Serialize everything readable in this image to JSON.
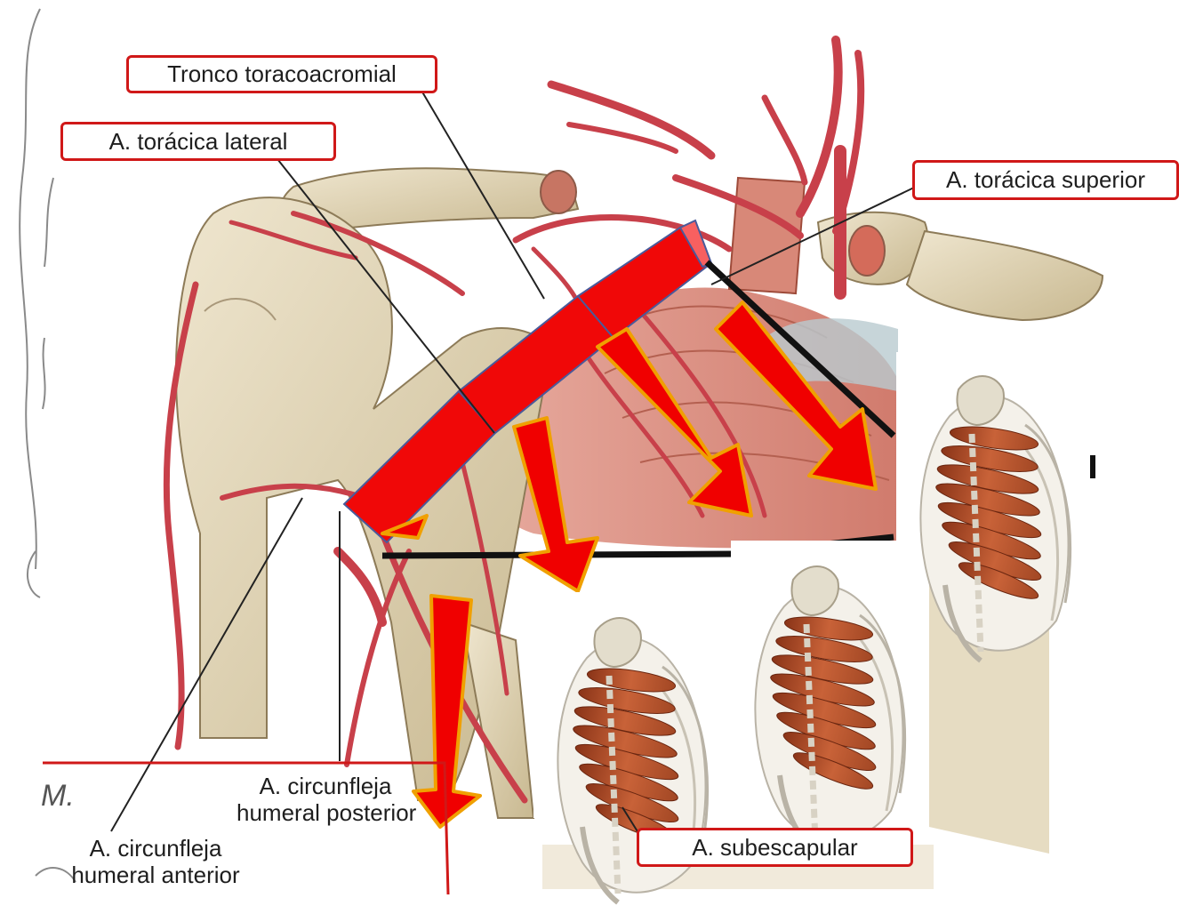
{
  "labels": {
    "tronco_toracoacromial": "Tronco toracoacromial",
    "toracica_lateral": "A. torácica lateral",
    "toracica_superior": "A. torácica superior",
    "subescapular": "A. subescapular",
    "circunfleja_posterior_1": "A. circunfleja",
    "circunfleja_posterior_2": "humeral posterior",
    "circunfleja_anterior_1": "A. circunfleja",
    "circunfleja_anterior_2": "humeral anterior",
    "margin_mark": "M."
  },
  "colors": {
    "label_border": "#d01818",
    "artery": "#c8404a",
    "axillary_artery_band": "#f00808",
    "arrow_fill": "#f00000",
    "arrow_outline": "#f0a000",
    "bone": "#d9cdb0",
    "muscle": "#b5532f"
  }
}
